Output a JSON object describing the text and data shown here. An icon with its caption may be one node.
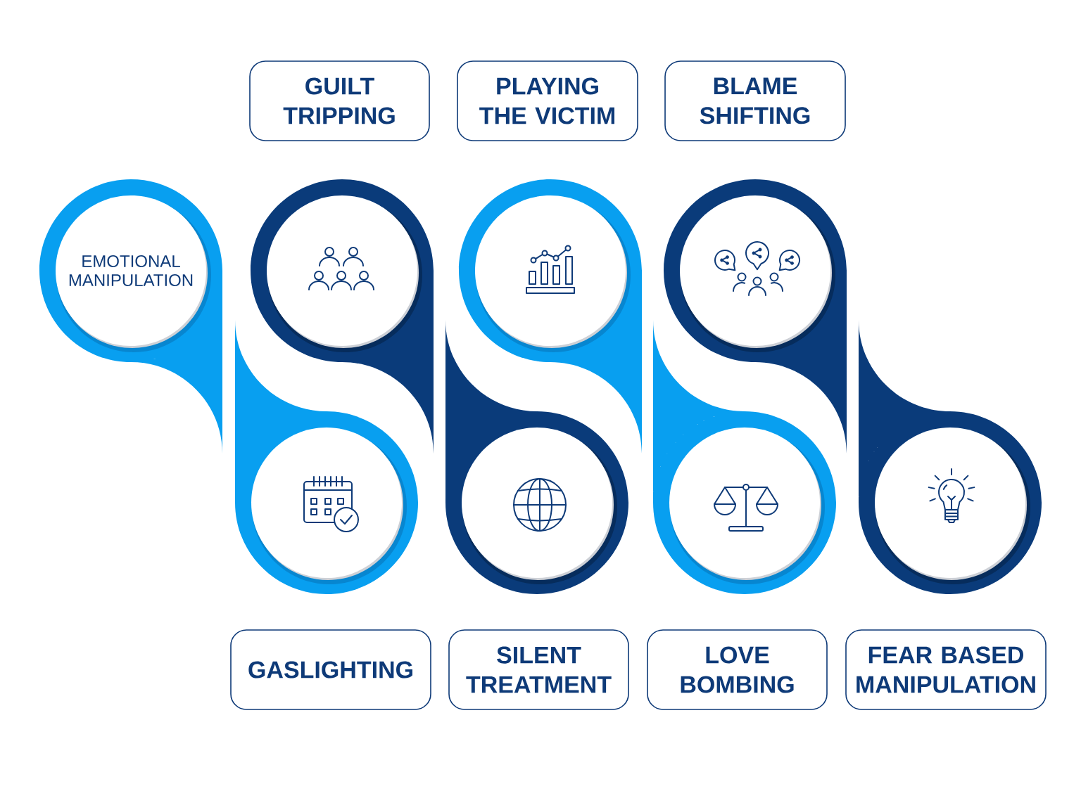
{
  "diagram": {
    "nodes": [
      {
        "text": [
          "GUILT TRIPPING"
        ]
      },
      {
        "text": [
          "PLAYING THE VICTIM"
        ]
      },
      {
        "text": [
          "BLAME SHIFTING"
        ]
      },
      {
        "text": [
          "EMOTIONAL MANIPULATION"
        ]
      },
      {
        "text": [],
        "shape": "circle"
      },
      {
        "text": [],
        "shape": "circle"
      },
      {
        "text": [],
        "shape": "circle"
      },
      {
        "text": [],
        "shape": "circle"
      },
      {
        "text": [],
        "shape": "circle"
      },
      {
        "text": [],
        "shape": "circle"
      },
      {
        "text": [],
        "shape": "circle"
      },
      {
        "text": [
          "GASLIGHTING"
        ]
      },
      {
        "text": [
          "SILENT TREATMENT"
        ]
      },
      {
        "text": [
          "LOVE BOMBING"
        ]
      },
      {
        "text": [
          "FEAR BASED MANIPULATION"
        ]
      }
    ]
  }
}
